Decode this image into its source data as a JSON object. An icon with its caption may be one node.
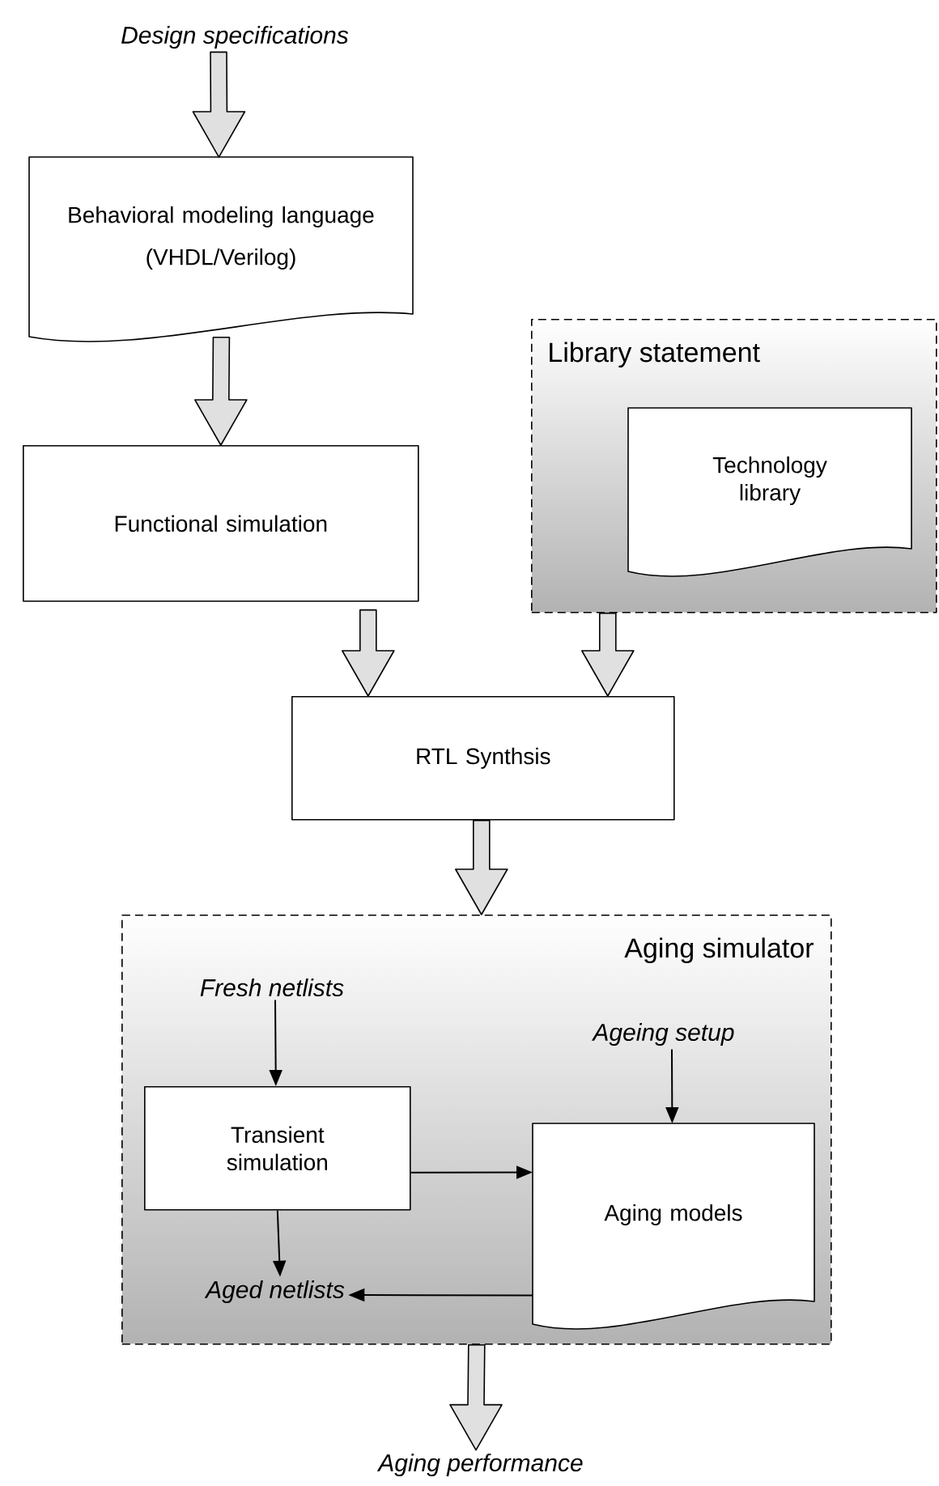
{
  "diagram": {
    "nodes": [
      {
        "text": [
          "Design specifications"
        ]
      },
      {
        "text": [
          "Behavioral modeling language",
          "(VHDL/Verilog)"
        ]
      },
      {
        "text": [
          "Functional simulation"
        ]
      },
      {
        "text": [
          "Library statement"
        ]
      },
      {
        "text": [
          "Technology library"
        ],
        "in": 3
      },
      {
        "text": [
          "RTL Synthsis"
        ]
      },
      {
        "text": [
          "Aging simulator"
        ]
      },
      {
        "text": [
          "Fresh netlists"
        ],
        "in": 6
      },
      {
        "text": [
          "Transient simulation"
        ],
        "in": 6
      },
      {
        "text": [
          "Ageing setup"
        ],
        "in": 6
      },
      {
        "text": [
          "Aging models"
        ],
        "in": 6
      },
      {
        "text": [
          "Aged netlists"
        ],
        "in": 6
      },
      {
        "text": [
          "Aging performance"
        ]
      }
    ],
    "edges": [
      {
        "from": 0,
        "to": 1,
        "arrow": "to",
        "style": "thick"
      },
      {
        "from": 1,
        "to": 2,
        "arrow": "to",
        "style": "thick"
      },
      {
        "from": 2,
        "to": 5,
        "arrow": "to",
        "style": "thick"
      },
      {
        "from": 3,
        "to": 5,
        "arrow": "to",
        "style": "thick"
      },
      {
        "from": 5,
        "to": 6,
        "arrow": "to",
        "style": "thick"
      },
      {
        "from": 7,
        "to": 8,
        "arrow": "to"
      },
      {
        "from": 8,
        "to": 10,
        "arrow": "to"
      },
      {
        "from": 8,
        "to": 11,
        "arrow": "to"
      },
      {
        "from": 9,
        "to": 10,
        "arrow": "to"
      },
      {
        "from": 10,
        "to": 11,
        "arrow": "to"
      },
      {
        "from": 6,
        "to": 12,
        "arrow": "to",
        "style": "thick"
      }
    ]
  }
}
